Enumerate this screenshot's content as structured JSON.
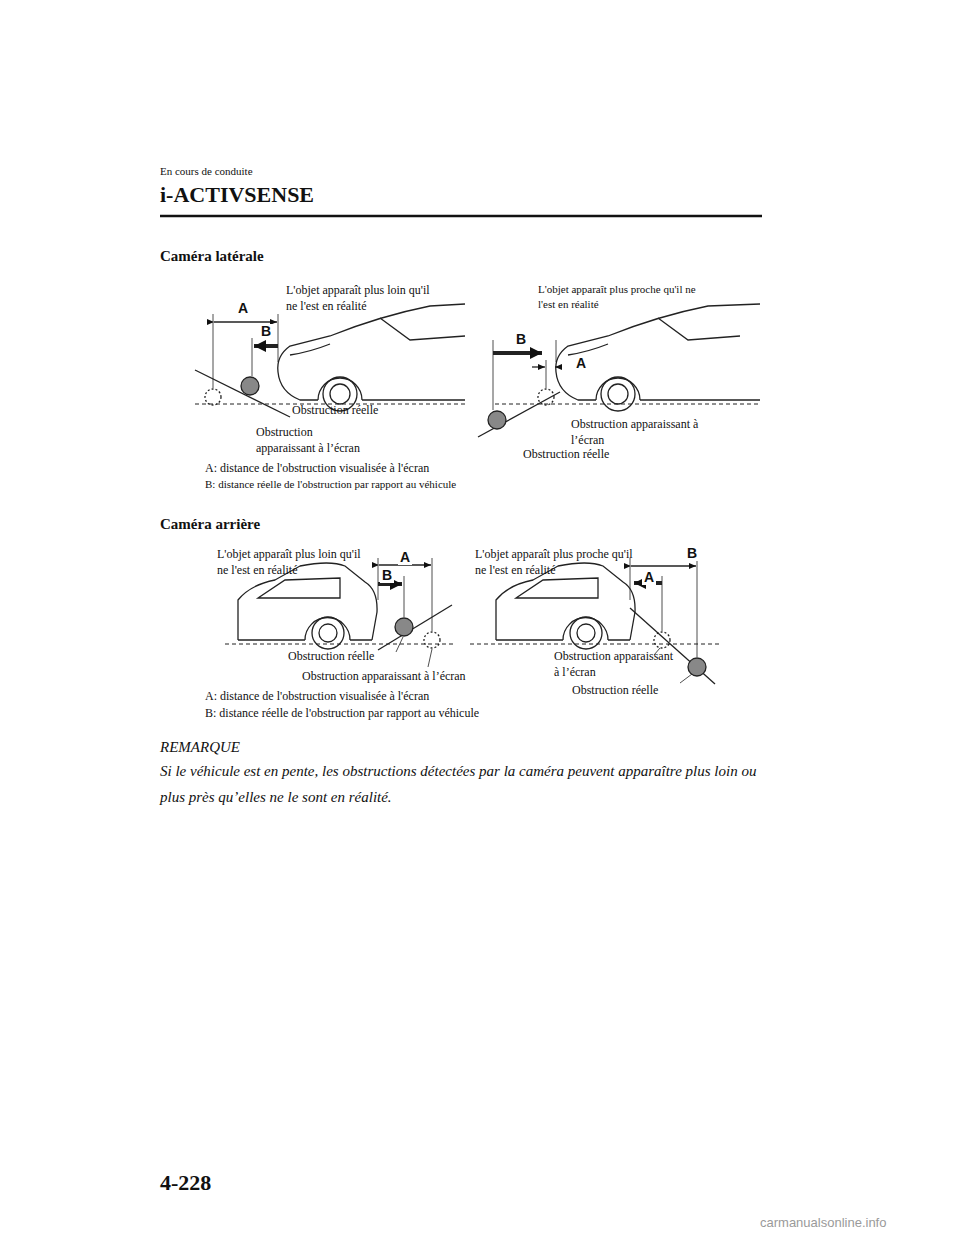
{
  "diagram": {
    "title": "i-ACTIVSENSE",
    "labels": [
      "En cours de conduite",
      "Caméra latérale",
      "L'objet apparaît plus loin qu'il ne l'est en réalité",
      "A",
      "B",
      "L'objet apparaît plus proche qu'il ne l'est en réalité",
      "B",
      "A",
      "Obstruction réelle",
      "Obstruction apparaissant à l’écran",
      "Obstruction apparaissant à l’écran",
      "Obstruction réelle",
      "A: distance de l'obstruction visualisée à l'écran",
      "B: distance réelle de l'obstruction par rapport au véhicule",
      "Caméra arrière",
      "L'objet apparaît plus loin qu'il ne l'est en réalité",
      "A",
      "B",
      "L'objet apparaît plus proche qu'il ne l'est en réalité",
      "B",
      "A",
      "Obstruction réelle",
      "Obstruction apparaissant à l’écran",
      "Obstruction apparaissant à l’écran",
      "Obstruction réelle",
      "A: distance de l'obstruction visualisée à l'écran",
      "B: distance réelle de l'obstruction par rapport au véhicule",
      "REMARQUE",
      "Si le véhicule est en pente, les obstructions détectées par la caméra peuvent apparaître plus loin ou plus près qu’elles ne le sont en réalité.",
      "4-228",
      "carmanualsonline.info"
    ]
  }
}
